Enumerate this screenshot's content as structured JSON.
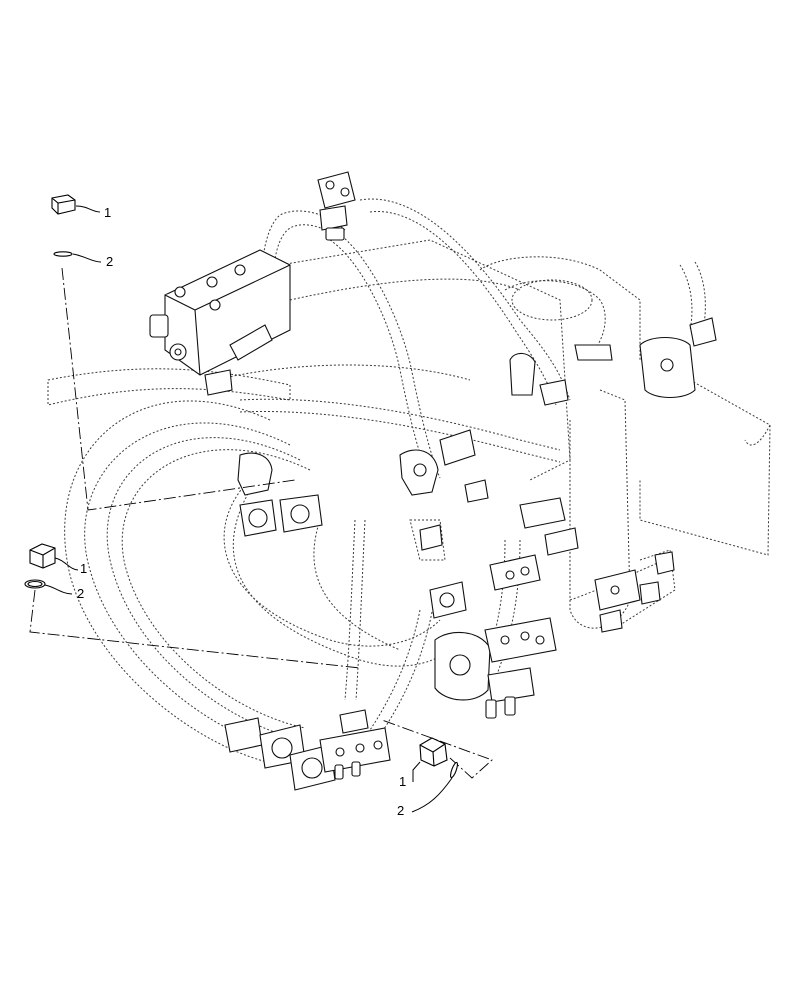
{
  "callouts": {
    "group_top": {
      "item1": "1",
      "item2": "2"
    },
    "group_mid": {
      "item1": "1",
      "item2": "2"
    },
    "group_bottom": {
      "item1": "1",
      "item2": "2"
    }
  },
  "colors": {
    "line": "#000000",
    "phantom": "#3a3a3a",
    "background": "#ffffff"
  }
}
